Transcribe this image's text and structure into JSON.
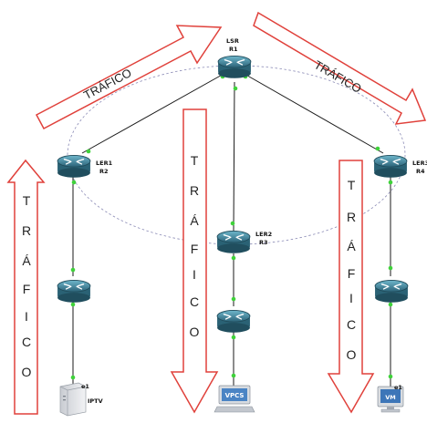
{
  "arrow_text": "TRÁFICO",
  "vertical_letters": [
    "T",
    "R",
    "Á",
    "F",
    "I",
    "C",
    "O"
  ],
  "colors": {
    "arrow_stroke": "#e0413b",
    "link": "#1a1a1a",
    "dashed_ring": "#8a8ab5",
    "port_dot": "#3fd23a",
    "router_body": "#2f6f84",
    "router_top": "#5fa8be"
  },
  "nodes": {
    "r1": {
      "name": "LSR",
      "id": "R1",
      "icon": "router-icon"
    },
    "r2": {
      "name": "LER1",
      "id": "R2",
      "icon": "router-icon"
    },
    "r3": {
      "name": "LER2",
      "id": "R3",
      "icon": "router-icon"
    },
    "r4": {
      "name": "LER3",
      "id": "R4",
      "icon": "router-icon"
    },
    "left_mid": {
      "icon": "router-icon"
    },
    "center_low": {
      "icon": "router-icon"
    },
    "right_mid": {
      "icon": "router-icon"
    },
    "iptv": {
      "port": "e1",
      "label": "IPTV",
      "icon": "server-icon"
    },
    "vpcs": {
      "label": "VPCS",
      "icon": "pc-icon"
    },
    "vm": {
      "port": "e1",
      "label": "VM",
      "icon": "workstation-icon"
    }
  }
}
